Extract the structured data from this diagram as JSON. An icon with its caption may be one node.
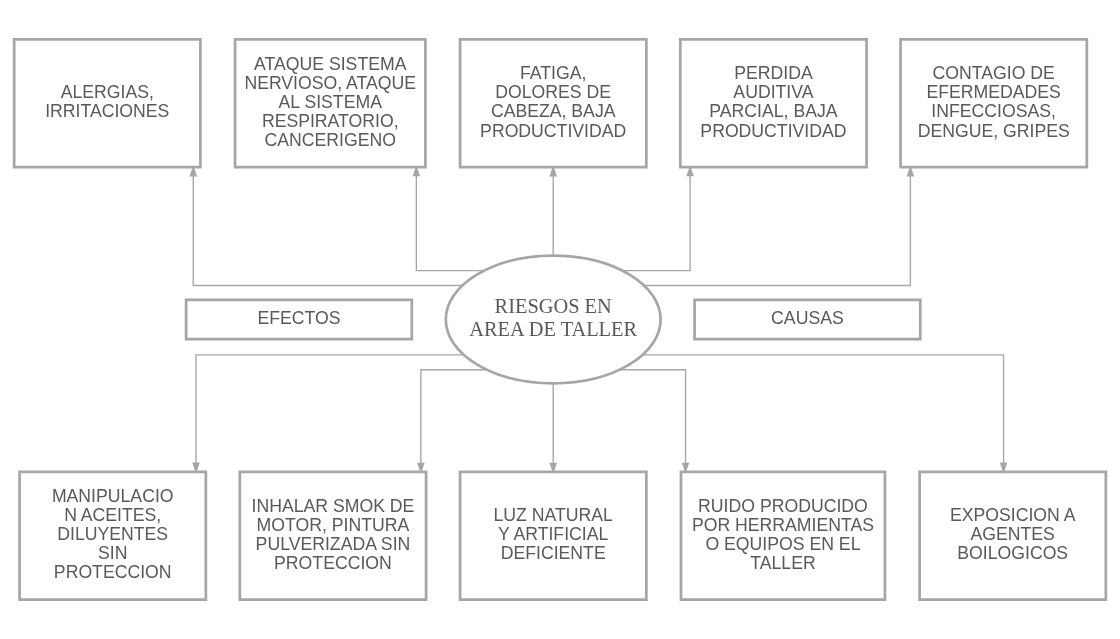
{
  "diagram": {
    "nodes": [
      {
        "text": [
          "ALERGIAS, IRRITACIONES"
        ]
      },
      {
        "text": [
          "ATAQUE SISTEMA NERVIOSO, ATAQUE AL SISTEMA RESPIRATORIO, CANCERIGENO"
        ]
      },
      {
        "text": [
          "FATIGA, DOLORES DE CABEZA, BAJA PRODUCTIVIDAD"
        ]
      },
      {
        "text": [
          "PERDIDA AUDITIVA PARCIAL, BAJA PRODUCTIVIDAD"
        ]
      },
      {
        "text": [
          "CONTAGIO DE EFERMEDADES INFECCIOSAS, DENGUE, GRIPES"
        ]
      },
      {
        "text": [
          "EFECTOS"
        ]
      },
      {
        "text": [
          "RIESGOS EN AREA DE TALLER"
        ]
      },
      {
        "text": [
          "CAUSAS"
        ]
      },
      {
        "text": [
          "MANIPULACIO N ACEITES, DILUYENTES SIN PROTECCION"
        ]
      },
      {
        "text": [
          "INHALAR SMOK DE MOTOR, PINTURA PULVERIZADA SIN PROTECCION"
        ]
      },
      {
        "text": [
          "LUZ NATURAL Y ARTIFICIAL DEFICIENTE"
        ]
      },
      {
        "text": [
          "RUIDO PRODUCIDO POR HERRAMIENTAS O EQUIPOS EN EL TALLER"
        ]
      },
      {
        "text": [
          "EXPOSICION A AGENTES BOILOGICOS"
        ]
      }
    ],
    "edges": [
      {
        "from": 6,
        "to": 0,
        "arrow": "to"
      },
      {
        "from": 6,
        "to": 1,
        "arrow": "to"
      },
      {
        "from": 6,
        "to": 2,
        "arrow": "to"
      },
      {
        "from": 6,
        "to": 3,
        "arrow": "to"
      },
      {
        "from": 6,
        "to": 4,
        "arrow": "to"
      },
      {
        "from": 6,
        "to": 8,
        "arrow": "to"
      },
      {
        "from": 6,
        "to": 9,
        "arrow": "to"
      },
      {
        "from": 6,
        "to": 10,
        "arrow": "to"
      },
      {
        "from": 6,
        "to": 11,
        "arrow": "to"
      },
      {
        "from": 6,
        "to": 12,
        "arrow": "to"
      }
    ]
  }
}
